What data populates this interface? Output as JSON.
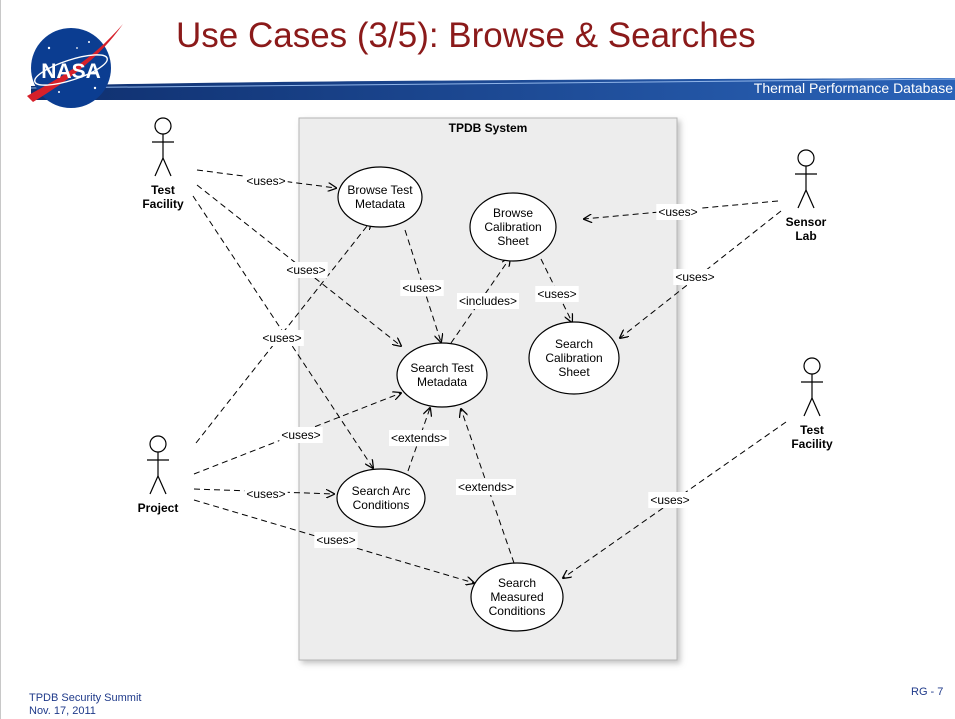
{
  "slide": {
    "title": "Use Cases (3/5): Browse & Searches",
    "subtitle": "Thermal Performance Database",
    "logo_text": "NASA",
    "footer": {
      "event": "TPDB Security Summit",
      "date": "Nov. 17, 2011",
      "page": "RG - 7"
    },
    "colors": {
      "title": "#8b1a1a",
      "banner": "#1a4a9c",
      "footer": "#1f3a8a"
    }
  },
  "diagram": {
    "system_label": "TPDB System",
    "actors": [
      {
        "id": "test-facility-1",
        "label": "Test Facility"
      },
      {
        "id": "project",
        "label": "Project"
      },
      {
        "id": "sensor-lab",
        "label": "Sensor Lab"
      },
      {
        "id": "test-facility-2",
        "label": "Test Facility"
      }
    ],
    "use_cases": [
      {
        "id": "browse-test-metadata",
        "lines": [
          "Browse Test",
          "Metadata"
        ]
      },
      {
        "id": "browse-calibration-sheet",
        "lines": [
          "Browse",
          "Calibration",
          "Sheet"
        ]
      },
      {
        "id": "search-test-metadata",
        "lines": [
          "Search Test",
          "Metadata"
        ]
      },
      {
        "id": "search-calibration-sheet",
        "lines": [
          "Search",
          "Calibration",
          "Sheet"
        ]
      },
      {
        "id": "search-arc-conditions",
        "lines": [
          "Search Arc",
          "Conditions"
        ]
      },
      {
        "id": "search-measured-conditions",
        "lines": [
          "Search",
          "Measured",
          "Conditions"
        ]
      }
    ],
    "relationships": [
      {
        "from": "test-facility-1",
        "to": "browse-test-metadata",
        "label": "<uses>"
      },
      {
        "from": "test-facility-1",
        "to": "search-test-metadata",
        "label": "<uses>"
      },
      {
        "from": "test-facility-1",
        "to": "search-arc-conditions",
        "label": "<uses>"
      },
      {
        "from": "project",
        "to": "browse-test-metadata",
        "label": "<uses>"
      },
      {
        "from": "project",
        "to": "search-test-metadata",
        "label": "<uses>"
      },
      {
        "from": "project",
        "to": "search-arc-conditions",
        "label": "<uses>"
      },
      {
        "from": "project",
        "to": "search-measured-conditions",
        "label": "<uses>"
      },
      {
        "from": "browse-test-metadata",
        "to": "search-test-metadata",
        "label": "<uses>"
      },
      {
        "from": "search-test-metadata",
        "to": "browse-calibration-sheet",
        "label": "<includes>"
      },
      {
        "from": "browse-calibration-sheet",
        "to": "search-calibration-sheet",
        "label": "<uses>"
      },
      {
        "from": "sensor-lab",
        "to": "browse-calibration-sheet",
        "label": "<uses>"
      },
      {
        "from": "sensor-lab",
        "to": "search-calibration-sheet",
        "label": "<uses>"
      },
      {
        "from": "search-arc-conditions",
        "to": "search-test-metadata",
        "label": "<extends>"
      },
      {
        "from": "search-measured-conditions",
        "to": "search-test-metadata",
        "label": "<extends>"
      },
      {
        "from": "test-facility-2",
        "to": "search-measured-conditions",
        "label": "<uses>"
      }
    ]
  }
}
